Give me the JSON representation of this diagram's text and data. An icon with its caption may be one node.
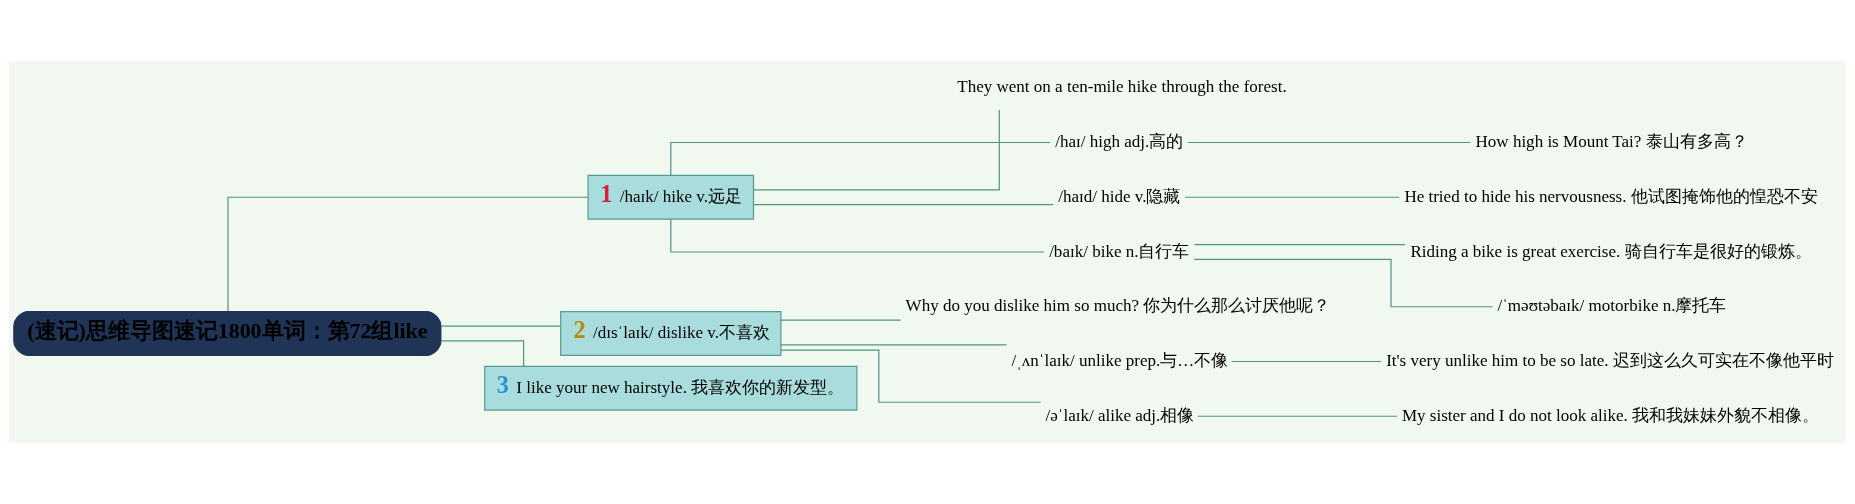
{
  "diagram": {
    "nodes": [
      {
        "text": [
          "(速记)思维导图速记1800单词：第72组like"
        ]
      },
      {
        "text": [
          "1",
          "/haɪk/ hike v.远足"
        ]
      },
      {
        "text": [
          "They went on a ten-mile hike through the forest."
        ]
      },
      {
        "text": [
          "/haɪ/ high adj.高的"
        ]
      },
      {
        "text": [
          "How high is Mount Tai? 泰山有多高？"
        ]
      },
      {
        "text": [
          "/haɪd/ hide v.隐藏"
        ]
      },
      {
        "text": [
          "He tried to hide his nervousness. 他试图掩饰他的惶恐不安"
        ]
      },
      {
        "text": [
          "/baɪk/ bike n.自行车"
        ]
      },
      {
        "text": [
          "Riding a bike is great exercise. 骑自行车是很好的锻炼。"
        ]
      },
      {
        "text": [
          "/ˈməʊtəbaɪk/ motorbike n.摩托车"
        ]
      },
      {
        "text": [
          "2",
          "/dɪsˈlaɪk/ dislike v.不喜欢"
        ]
      },
      {
        "text": [
          "Why do you dislike him so much? 你为什么那么讨厌他呢？"
        ]
      },
      {
        "text": [
          "/ˌʌnˈlaɪk/ unlike prep.与…不像"
        ]
      },
      {
        "text": [
          "It's very unlike him to be so late. 迟到这么久可实在不像他平时"
        ]
      },
      {
        "text": [
          "/əˈlaɪk/ alike adj.相像"
        ]
      },
      {
        "text": [
          "My sister and I do not look alike. 我和我妹妹外貌不相像。"
        ]
      },
      {
        "text": [
          "3",
          "I like your new hairstyle. 我喜欢你的新发型。"
        ]
      }
    ],
    "edges": [
      {
        "from": 0,
        "to": 1,
        "arrow": "none"
      },
      {
        "from": 1,
        "to": 2,
        "arrow": "none"
      },
      {
        "from": 1,
        "to": 3,
        "arrow": "none"
      },
      {
        "from": 3,
        "to": 4,
        "arrow": "none"
      },
      {
        "from": 1,
        "to": 5,
        "arrow": "none"
      },
      {
        "from": 5,
        "to": 6,
        "arrow": "none"
      },
      {
        "from": 1,
        "to": 7,
        "arrow": "none"
      },
      {
        "from": 7,
        "to": 8,
        "arrow": "none"
      },
      {
        "from": 7,
        "to": 9,
        "arrow": "none"
      },
      {
        "from": 0,
        "to": 10,
        "arrow": "none"
      },
      {
        "from": 10,
        "to": 11,
        "arrow": "none"
      },
      {
        "from": 10,
        "to": 12,
        "arrow": "none"
      },
      {
        "from": 12,
        "to": 13,
        "arrow": "none"
      },
      {
        "from": 10,
        "to": 14,
        "arrow": "none"
      },
      {
        "from": 14,
        "to": 15,
        "arrow": "none"
      },
      {
        "from": 0,
        "to": 16,
        "arrow": "none"
      }
    ]
  }
}
